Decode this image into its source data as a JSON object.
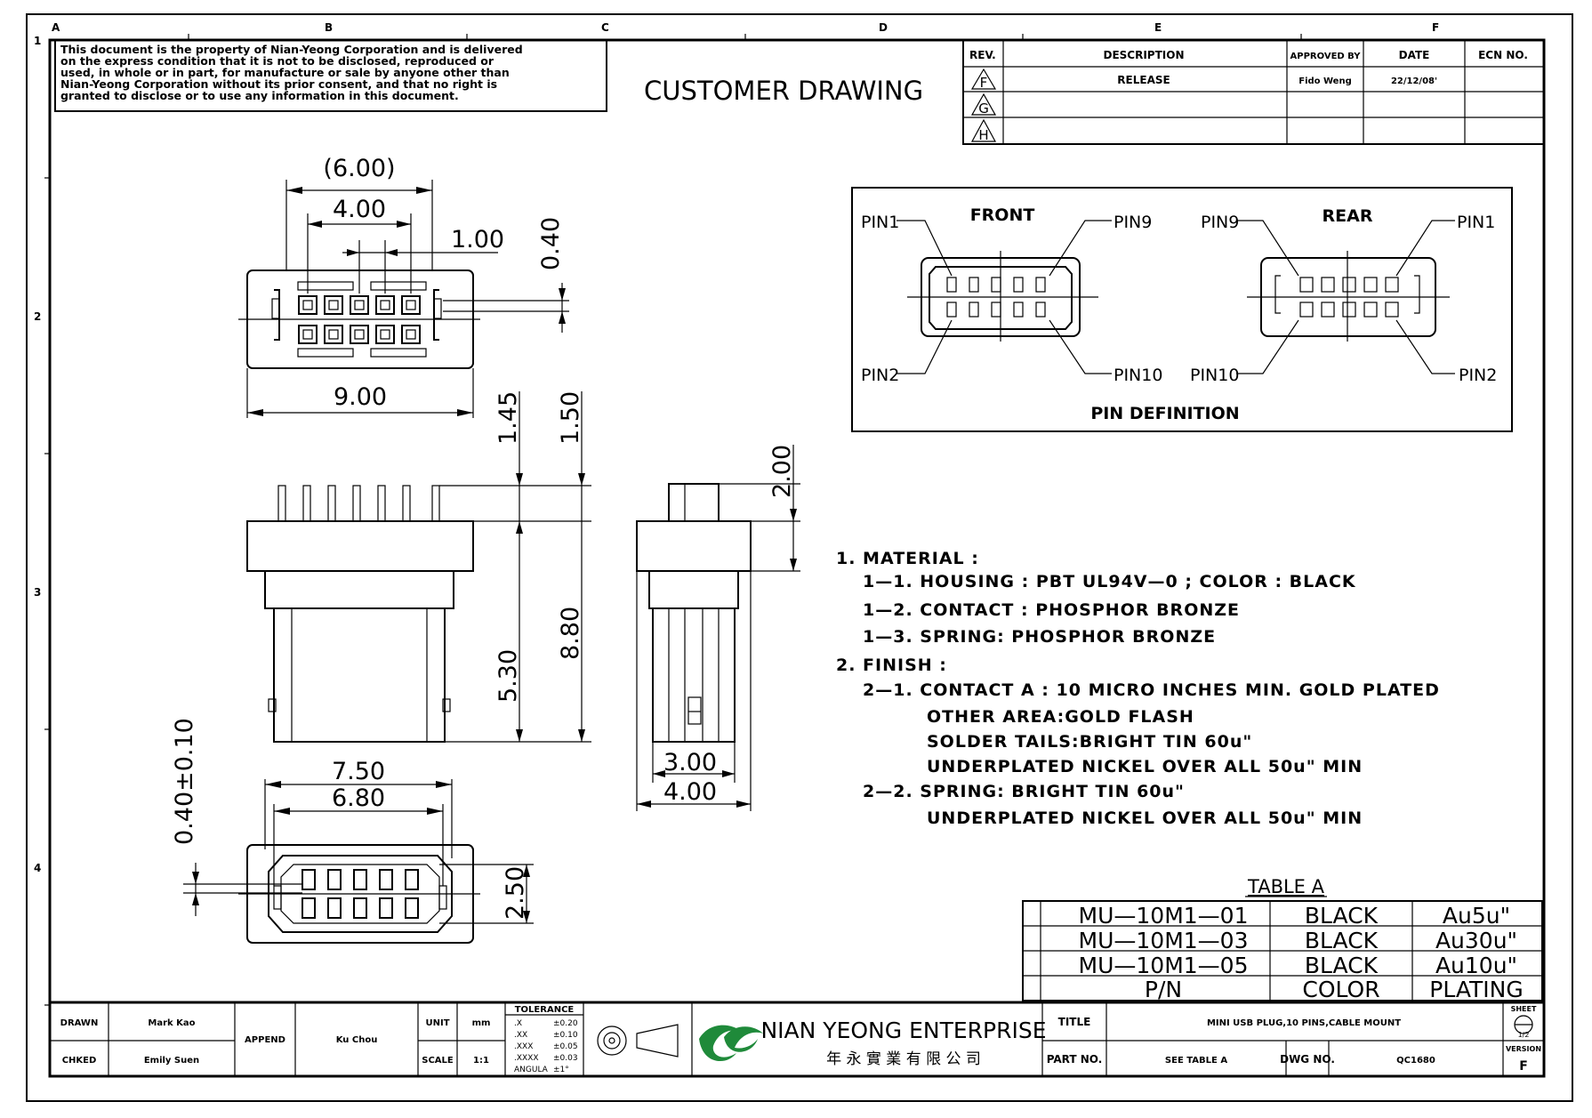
{
  "frame": {
    "columns": [
      "A",
      "B",
      "C",
      "D",
      "E",
      "F"
    ],
    "rows": [
      "1",
      "2",
      "3",
      "4"
    ]
  },
  "notice": {
    "lines": [
      "This document is the property of Nian-Yeong Corporation and is delivered",
      "on  the  express condition that it is not to be disclosed, reproduced or",
      "used, in whole or in part, for manufacture or sale by anyone other than",
      "Nian-Yeong Corporation without  its prior consent, and that  no right  is",
      "granted to disclose or to use any information in this  document."
    ]
  },
  "title": "CUSTOMER  DRAWING",
  "revision_table": {
    "headers": [
      "REV.",
      "DESCRIPTION",
      "APPROVED BY",
      "DATE",
      "ECN NO."
    ],
    "rows": [
      {
        "rev": "F",
        "description": "RELEASE",
        "approved": "Fido Weng",
        "date": "22/12/08'",
        "ecn": ""
      },
      {
        "rev": "G",
        "description": "",
        "approved": "",
        "date": "",
        "ecn": ""
      },
      {
        "rev": "H",
        "description": "",
        "approved": "",
        "date": "",
        "ecn": ""
      }
    ]
  },
  "pin_definition": {
    "front_label": "FRONT",
    "rear_label": "REAR",
    "caption": "PIN  DEFINITION",
    "front": {
      "tl": "PIN1",
      "tr": "PIN9",
      "bl": "PIN2",
      "br": "PIN10"
    },
    "rear": {
      "tl": "PIN9",
      "tr": "PIN1",
      "bl": "PIN10",
      "br": "PIN2"
    }
  },
  "dimensions": {
    "d600": "(6.00)",
    "d400top": "4.00",
    "d100": "1.00",
    "d040": "0.40",
    "d900": "9.00",
    "d145": "1.45",
    "d150": "1.50",
    "d880": "8.80",
    "d530": "5.30",
    "d200": "2.00",
    "d300": "3.00",
    "d400side": "4.00",
    "d750": "7.50",
    "d680": "6.80",
    "d040tol": "0.40±0.10",
    "d250": "2.50"
  },
  "notes": [
    {
      "text": "1.  MATERIAL  :",
      "indent": 0
    },
    {
      "text": "1—1.  HOUSING  :  PBT  UL94V—0  ;  COLOR  :  BLACK",
      "indent": 1
    },
    {
      "text": "1—2.  CONTACT  :  PHOSPHOR  BRONZE",
      "indent": 1
    },
    {
      "text": "1—3.  SPRING:  PHOSPHOR  BRONZE",
      "indent": 1
    },
    {
      "text": "2.  FINISH  :",
      "indent": 0
    },
    {
      "text": "2—1.  CONTACT  A  :  10  MICRO  INCHES  MIN.  GOLD  PLATED",
      "indent": 1
    },
    {
      "text": "OTHER  AREA:GOLD  FLASH",
      "indent": 2
    },
    {
      "text": "SOLDER  TAILS:BRIGHT  TIN  60u\"",
      "indent": 2
    },
    {
      "text": "UNDERPLATED  NICKEL  OVER  ALL  50u\"  MIN",
      "indent": 2
    },
    {
      "text": "2—2.  SPRING:    BRIGHT  TIN  60u\"",
      "indent": 1
    },
    {
      "text": "UNDERPLATED  NICKEL  OVER  ALL  50u\"  MIN",
      "indent": 2
    }
  ],
  "table_a": {
    "title": "TABLE  A",
    "rows": [
      {
        "pn": "MU—10M1—01",
        "color": "BLACK",
        "plating": "Au5u\""
      },
      {
        "pn": "MU—10M1—03",
        "color": "BLACK",
        "plating": "Au30u\""
      },
      {
        "pn": "MU—10M1—05",
        "color": "BLACK",
        "plating": "Au10u\""
      }
    ],
    "headers": {
      "pn": "P/N",
      "color": "COLOR",
      "plating": "PLATING"
    }
  },
  "title_block": {
    "drawn_label": "DRAWN",
    "drawn_value": "Mark Kao",
    "checked_label": "CHKED",
    "checked_value": "Emily Suen",
    "append_label": "APPEND",
    "append_value": "Ku Chou",
    "unit_label": "UNIT",
    "unit_value": "mm",
    "scale_label": "SCALE",
    "scale_value": "1:1",
    "tolerance_title": "TOLERANCE",
    "tolerance_rows": [
      {
        "k": ".X",
        "v": "±0.20"
      },
      {
        "k": ".XX",
        "v": "±0.10"
      },
      {
        "k": ".XXX",
        "v": "±0.05"
      },
      {
        "k": ".XXXX",
        "v": "±0.03"
      },
      {
        "k": "ANGULA",
        "v": "±1°"
      }
    ],
    "company_en": "NIAN YEONG ENTERPRISE",
    "company_zh": "年 永 實 業 有 限 公 司",
    "title_label": "TITLE",
    "title_value": "MINI USB PLUG,10 PINS,CABLE MOUNT",
    "partno_label": "PART NO.",
    "partno_value": "SEE TABLE A",
    "dwgno_label": "DWG NO.",
    "dwgno_value": "QC1680",
    "sheet_label": "SHEET",
    "sheet_value": "1/2",
    "version_label": "VERSION",
    "version_value": "F"
  },
  "colors": {
    "line": "#000000",
    "logo_green": "#1f8a3a",
    "background": "#ffffff"
  }
}
